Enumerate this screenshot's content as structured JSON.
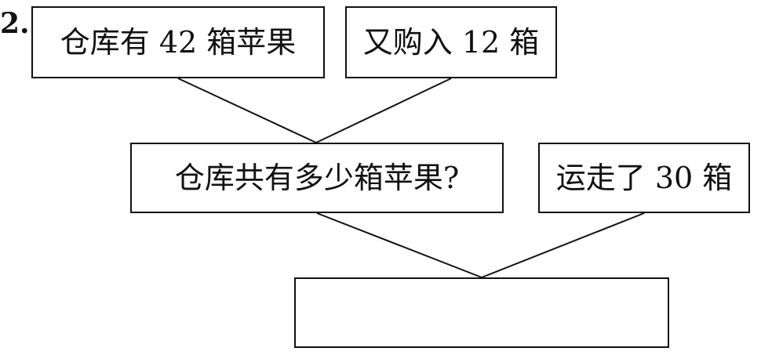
{
  "question_number": "2.",
  "boxes": {
    "warehouse_has": "仓库有 42 箱苹果",
    "bought_more": "又购入 12 箱",
    "total_question": "仓库共有多少箱苹果?",
    "shipped_away": "运走了 30 箱",
    "answer": ""
  }
}
